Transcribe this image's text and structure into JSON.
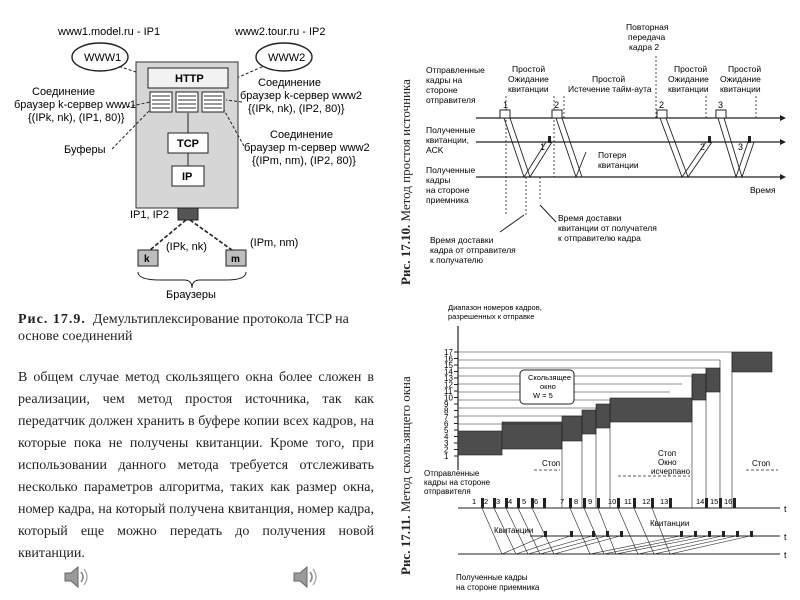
{
  "fig9": {
    "caption_prefix": "Рис. 17.9.",
    "caption_text": "Демультиплексирование протокола TCP на основе соединений",
    "host1": "www1.model.ru - IP1",
    "host2": "www2.tour.ru - IP2",
    "www1": "WWW1",
    "www2": "WWW2",
    "http": "HTTP",
    "tcp": "TCP",
    "ip": "IP",
    "ip12": "IP1, IP2",
    "conn_k_l1": "Соединение",
    "conn_k_l2": "браузер k-сервер www1",
    "conn_k_l3": "{(IPk, nk), (IP1, 80)}",
    "conn_kw2_l1": "Соединение",
    "conn_kw2_l2": "браузер k-сервер www2",
    "conn_kw2_l3": "{(IPk, nk), (IP2, 80)}",
    "conn_m_l1": "Соединение",
    "conn_m_l2": "браузер m-сервер www2",
    "conn_m_l3": "{(IPm, nm), (IP2, 80)}",
    "buffers": "Буферы",
    "browser_k": "k",
    "browser_m": "m",
    "browser_k_addr": "(IPk, nk)",
    "browser_m_addr": "(IPm, nm)",
    "browsers": "Браузеры"
  },
  "body_text": "В общем случае метод скользящего окна более сложен в реализации, чем метод простоя источника, так как передатчик должен хранить в буфере копии всех кадров, на которые пока не получены квитанции. Кроме того, при использовании данного метода требуется отслеживать несколько параметров алгоритма, таких как размер окна, номер кадра, на который получена квитанция, номер кадра, который еще можно передать до получения новой квитанции.",
  "fig10": {
    "caption_prefix": "Рис. 17.10.",
    "caption_text": "Метод простоя источника",
    "sent_l1": "Отправленные",
    "sent_l2": "кадры на",
    "sent_l3": "стороне",
    "sent_l4": "отправителя",
    "ack_l1": "Полученные",
    "ack_l2": "квитанции,",
    "ack_l3": "ACK",
    "recv_l1": "Полученные",
    "recv_l2": "кадры",
    "recv_l3": "на стороне",
    "recv_l4": "приемника",
    "idle1_l1": "Простой",
    "idle1_l2": "Ожидание",
    "idle1_l3": "квитанции",
    "idle2_l1": "Простой",
    "idle2_l2": "Истечение тайм-аута",
    "resend_l1": "Повторная",
    "resend_l2": "передача",
    "resend_l3": "кадра 2",
    "idle3_l1": "Простой",
    "idle3_l2": "Ожидание",
    "idle3_l3": "квитанции",
    "idle4_l1": "Простой",
    "idle4_l2": "Ожидание",
    "idle4_l3": "квитанции",
    "loss_l1": "Потеря",
    "loss_l2": "квитанции",
    "time": "Время",
    "d1_l1": "Время доставки",
    "d1_l2": "кадра от отправителя",
    "d1_l3": "к получателю",
    "d2_l1": "Время доставки",
    "d2_l2": "квитанции от получателя",
    "d2_l3": "к отправителю кадра",
    "f1": "1",
    "f2": "2",
    "f2b": "2",
    "f3": "3",
    "a1": "1",
    "a2": "2",
    "a3": "3"
  },
  "fig11": {
    "caption_prefix": "Рис. 17.11.",
    "caption_text": "Метод скользящего окна",
    "range_l1": "Диапазон номеров кадров,",
    "range_l2": "разрешенных к отправке",
    "window_l1": "Скользящее",
    "window_l2": "окно",
    "window_l3": "W = 5",
    "sent_l1": "Отправленные",
    "sent_l2": "кадры на стороне",
    "sent_l3": "отправителя",
    "stop1": "Стоп",
    "stop2_l1": "Стоп",
    "stop2_l2": "Окно",
    "stop2_l3": "исчерпано",
    "stop3": "Стоп",
    "ack1": "Квитанции",
    "ack2": "Квитанции",
    "recv_l1": "Полученные кадры",
    "recv_l2": "на стороне приемника",
    "t1": "t",
    "t2": "t",
    "t3": "t",
    "y_ticks": [
      "17",
      "16",
      "15",
      "14",
      "13",
      "12",
      "11",
      "10",
      "9",
      "8",
      "7",
      "6",
      "5",
      "4",
      "3",
      "2",
      "1"
    ],
    "frames": [
      "1",
      "2",
      "3",
      "4",
      "5",
      "6",
      "7",
      "8",
      "9",
      "10",
      "11",
      "12",
      "13",
      "14",
      "15",
      "16"
    ]
  }
}
